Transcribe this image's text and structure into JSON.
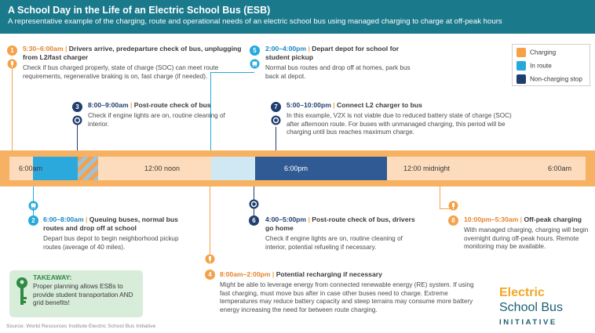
{
  "header": {
    "title": "A School Day in the Life of an Electric School Bus (ESB)",
    "subtitle": "A representative example of the charging, route and operational needs of an electric school bus using managed charging to charge at off-peak hours"
  },
  "legend": {
    "charging": "Charging",
    "in_route": "In route",
    "non_charging": "Non-charging stop"
  },
  "timeline_labels": [
    "6:00am",
    "12:00 noon",
    "6:00pm",
    "12:00 midnight",
    "6:00am"
  ],
  "events": {
    "e1": {
      "num": "1",
      "time": "5:30–6:00am",
      "sep": "|",
      "title": "Drivers arrive, predeparture check of bus, unplugging from L2/fast charger",
      "body": "Check if bus charged properly, state of charge (SOC) can meet route requirements, regenerative braking is on, fast charge (if needed)."
    },
    "e2": {
      "num": "2",
      "time": "6:00–8:00am",
      "sep": "|",
      "title": "Queuing buses, normal bus routes and drop off at school",
      "body": "Depart bus depot to begin neighborhood pickup routes (average of 40 miles)."
    },
    "e3": {
      "num": "3",
      "time": "8:00–9:00am",
      "sep": "|",
      "title": "Post-route check of bus",
      "body": "Check if engine lights are on, routine cleaning of interior."
    },
    "e4": {
      "num": "4",
      "time": "8:00am–2:00pm",
      "sep": "|",
      "title": "Potential recharging if necessary",
      "body": "Might be able to leverage energy from connected renewable energy (RE) system. If using fast charging, must move bus after in case other buses need to charge. Extreme temperatures may reduce battery capacity and steep terrains may consume more battery energy increasing the need for between route charging."
    },
    "e5": {
      "num": "5",
      "time": "2:00–4:00pm",
      "sep": "|",
      "title": "Depart depot for school for student pickup",
      "body": "Normal bus routes and drop off at homes, park bus back at depot."
    },
    "e6": {
      "num": "6",
      "time": "4:00–5:00pm",
      "sep": "|",
      "title": "Post-route check of bus, drivers go home",
      "body": "Check if engine lights are on, routine cleaning of interior, potential refueling if necessary."
    },
    "e7": {
      "num": "7",
      "time": "5:00–10:00pm",
      "sep": "|",
      "title": "Connect L2 charger to bus",
      "body": "In this example, V2X is not viable due to reduced battery state of charge (SOC) after afternoon route. For buses with unmanaged charging, this period will be charging until bus reaches maximum charge."
    },
    "e8": {
      "num": "8",
      "time": "10:00pm–5:30am",
      "sep": "|",
      "title": "Off-peak charging",
      "body": "With managed charging, charging will begin overnight during off-peak hours. Remote monitoring may be available."
    }
  },
  "takeaway": {
    "heading": "TAKEAWAY:",
    "text": "Proper planning allows ESBs to provide student transportation AND grid benefits!"
  },
  "source": "Source: World Resources Institute Electric School Bus Initiative",
  "logo": {
    "line1": "Electric",
    "line2": "School Bus",
    "line3": "INITIATIVE"
  },
  "colors": {
    "header": "#1a7a8c",
    "charging": "#f5a14a",
    "in_route": "#25a9dc",
    "non_charging": "#1f3e6e",
    "takeaway_bg": "#d7ecd9"
  }
}
